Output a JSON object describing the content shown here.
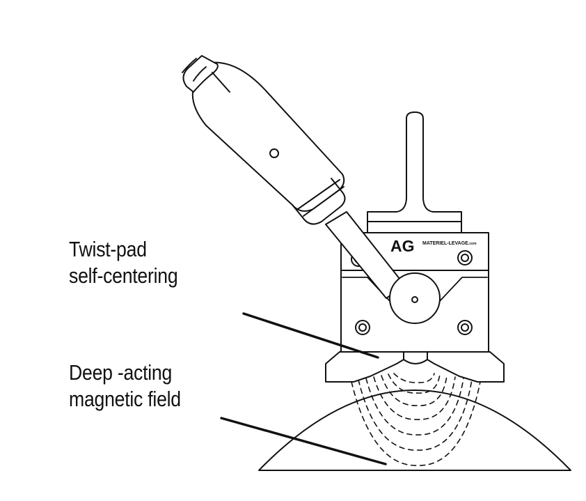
{
  "labels": {
    "twist_pad_line1": "Twist-pad",
    "twist_pad_line2": "self-centering",
    "deep_field_line1": "Deep -acting",
    "deep_field_line2": "magnetic field"
  },
  "brand": {
    "logo": "AG",
    "website_prefix": "MATERIEL-LEVAGE",
    "website_suffix": ".com"
  },
  "colors": {
    "stroke": "#111111",
    "background": "#ffffff"
  }
}
